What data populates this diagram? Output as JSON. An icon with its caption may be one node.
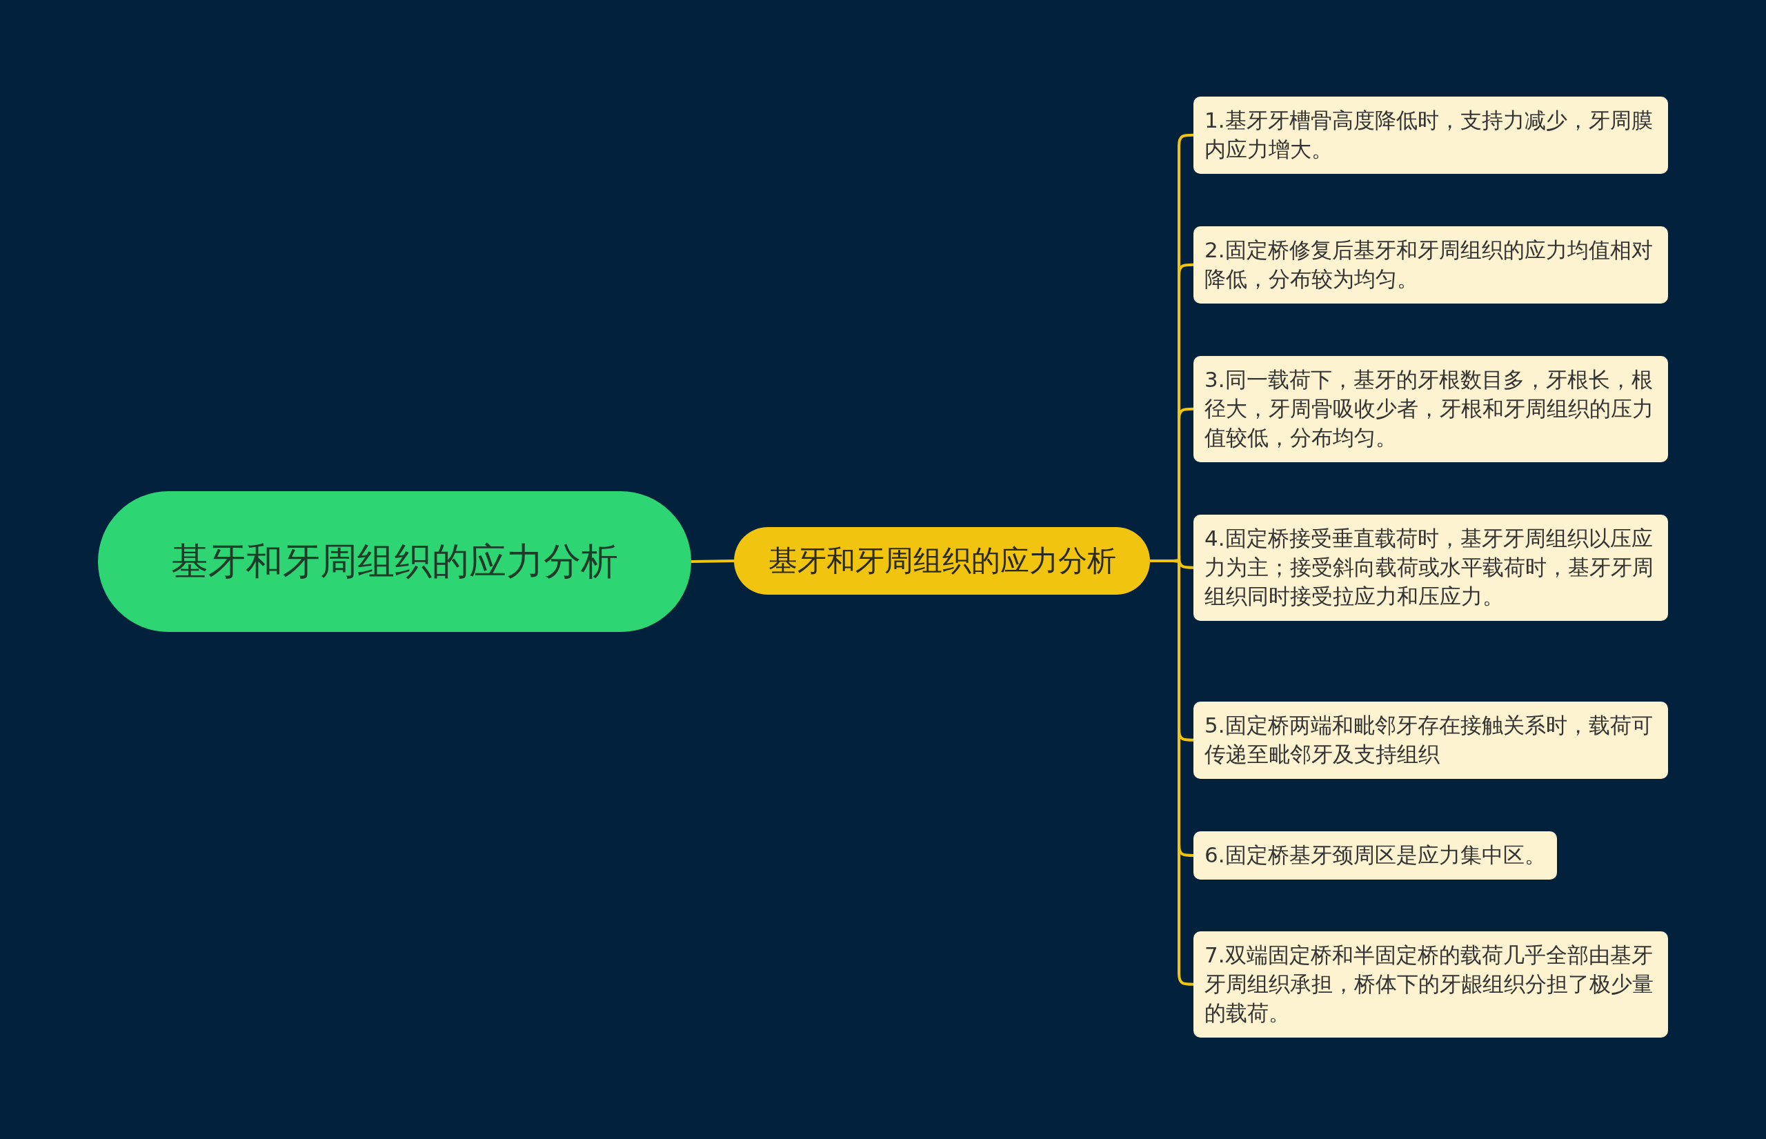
{
  "diagram": {
    "nodes": [
      {
        "text": [
          "基牙和牙周组织的应力分析"
        ]
      },
      {
        "text": [
          "基牙和牙周组织的应力分析"
        ]
      },
      {
        "text": [
          "1.基牙牙槽骨高度降低时，支持力减少，牙周膜内应力增大。"
        ]
      },
      {
        "text": [
          "2.固定桥修复后基牙和牙周组织的应力均值相对降低，分布较为均匀。"
        ]
      },
      {
        "text": [
          "3.同一载荷下，基牙的牙根数目多，牙根长，根径大，牙周骨吸收少者，牙根和牙周组织的压力值较低，分布均匀。"
        ]
      },
      {
        "text": [
          "4.固定桥接受垂直载荷时，基牙牙周组织以压应力为主；接受斜向载荷或水平载荷时，基牙牙周组织同时接受拉应力和压应力。"
        ]
      },
      {
        "text": [
          "5.固定桥两端和毗邻牙存在接触关系时，载荷可传递至毗邻牙及支持组织"
        ]
      },
      {
        "text": [
          "6.固定桥基牙颈周区是应力集中区。"
        ]
      },
      {
        "text": [
          "7.双端固定桥和半固定桥的载荷几乎全部由基牙牙周组织承担，桥体下的牙龈组织分担了极少量的载荷。"
        ]
      }
    ],
    "edges": [
      {
        "from": 0,
        "to": 1,
        "arrow": "none"
      },
      {
        "from": 1,
        "to": 2,
        "arrow": "none"
      },
      {
        "from": 1,
        "to": 3,
        "arrow": "none"
      },
      {
        "from": 1,
        "to": 4,
        "arrow": "none"
      },
      {
        "from": 1,
        "to": 5,
        "arrow": "none"
      },
      {
        "from": 1,
        "to": 6,
        "arrow": "none"
      },
      {
        "from": 1,
        "to": 7,
        "arrow": "none"
      },
      {
        "from": 1,
        "to": 8,
        "arrow": "none"
      }
    ]
  }
}
